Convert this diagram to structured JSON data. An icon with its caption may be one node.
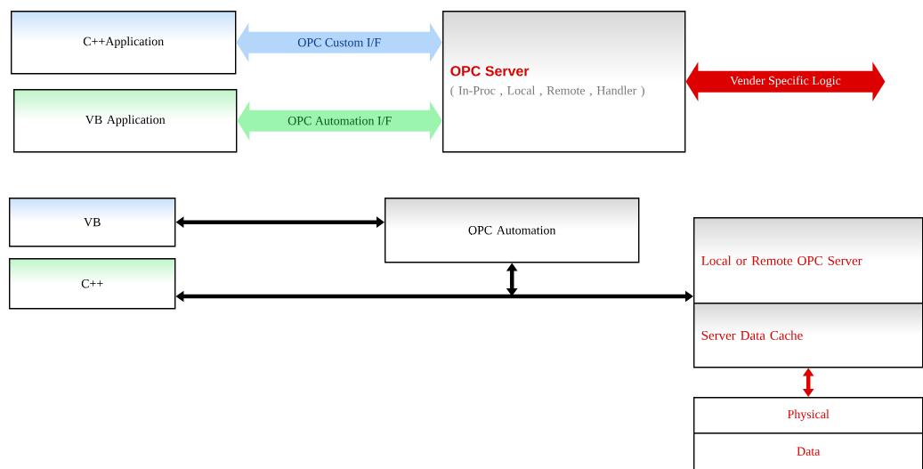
{
  "diagram": {
    "nodes": [
      {
        "text": [
          "C++Application"
        ]
      },
      {
        "text": [
          "VB Application"
        ]
      },
      {
        "text": [
          "OPC Server",
          "( In-Proc , Local , Remote , Handler )"
        ]
      },
      {
        "text": [
          "VB"
        ]
      },
      {
        "text": [
          "C++"
        ]
      },
      {
        "text": [
          "OPC Automation"
        ]
      },
      {
        "text": [
          "Local or Remote OPC Server"
        ]
      },
      {
        "text": [
          "Server Data Cache"
        ]
      },
      {
        "text": [
          "Physical"
        ]
      },
      {
        "text": [
          "Data"
        ]
      }
    ],
    "edges": [
      {
        "from": 0,
        "to": 2,
        "arrow": "both",
        "label": "OPC Custom I/F",
        "style": "thick",
        "color": "#b4d6fa"
      },
      {
        "from": 1,
        "to": 2,
        "arrow": "both",
        "label": "OPC Automation I/F",
        "style": "thick",
        "color": "#9cf5ae"
      },
      {
        "from": 2,
        "to": null,
        "arrow": "both",
        "label": "Vender Specific Logic",
        "style": "thick",
        "color": "#dd0000"
      },
      {
        "from": 3,
        "to": 5,
        "arrow": "both"
      },
      {
        "from": 4,
        "to": 6,
        "arrow": "both"
      },
      {
        "from": 5,
        "to": null,
        "arrow": "both"
      },
      {
        "from": 7,
        "to": 8,
        "arrow": "both",
        "color": "#dd0000"
      }
    ]
  }
}
